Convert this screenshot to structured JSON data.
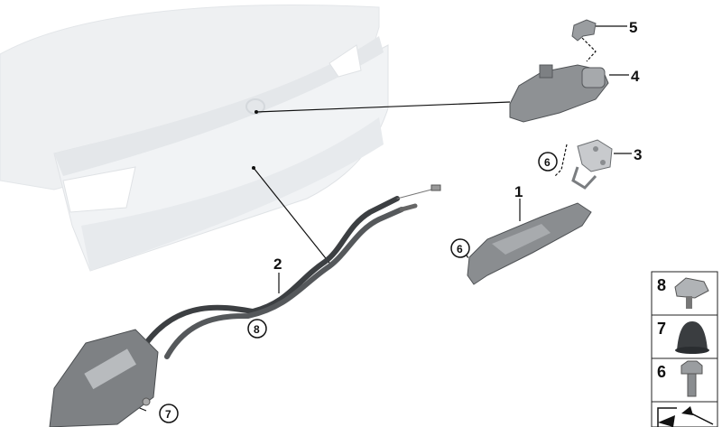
{
  "diagram": {
    "subject": "Trunk lid release / lock components exploded view",
    "callouts": [
      {
        "id": "1",
        "label": "1"
      },
      {
        "id": "2",
        "label": "2"
      },
      {
        "id": "3",
        "label": "3"
      },
      {
        "id": "4",
        "label": "4"
      },
      {
        "id": "5",
        "label": "5"
      }
    ],
    "circled_refs": [
      {
        "id": "6a",
        "label": "6"
      },
      {
        "id": "6b",
        "label": "6"
      },
      {
        "id": "8",
        "label": "8"
      },
      {
        "id": "7",
        "label": "7"
      }
    ],
    "legend": {
      "items": [
        {
          "label": "8",
          "icon": "cable-clip-icon"
        },
        {
          "label": "7",
          "icon": "rubber-buffer-icon"
        },
        {
          "label": "6",
          "icon": "hex-bolt-icon"
        }
      ],
      "nav_icon": "arrow-navigation-icon"
    },
    "colors": {
      "lid": "#eef0f2",
      "lid_shade": "#e2e5e8",
      "part": "#8a8d90",
      "part_dark": "#55585b",
      "line": "#111111"
    }
  }
}
